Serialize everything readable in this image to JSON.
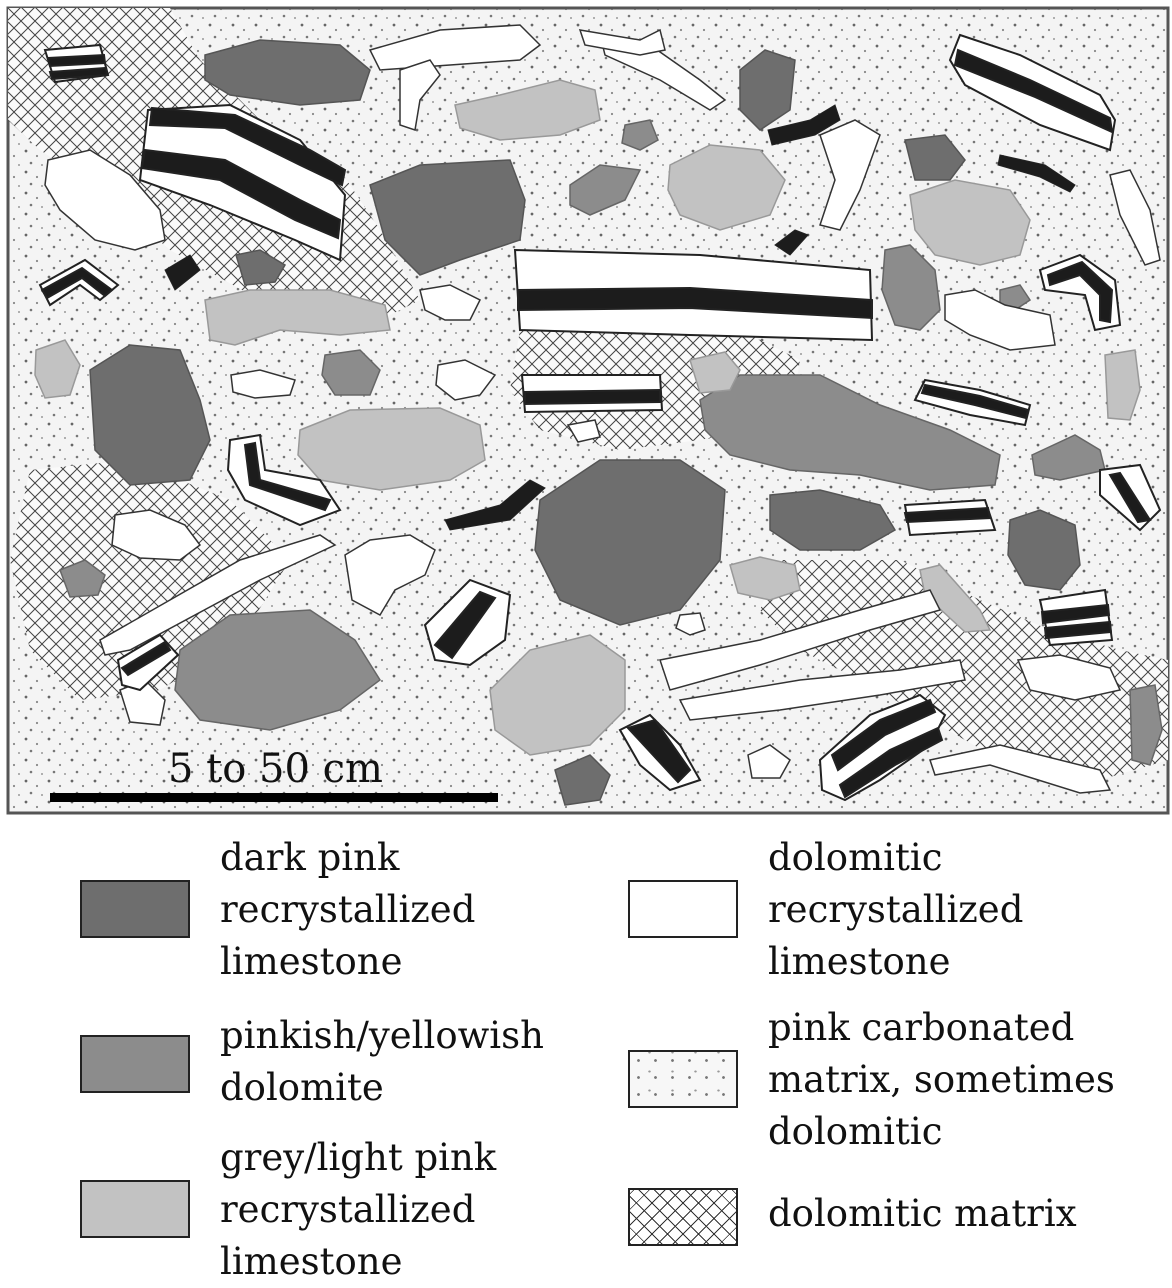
{
  "scale_bar": {
    "label": "5 to 50 cm"
  },
  "colors": {
    "dark_pink": "#6e6e6e",
    "pinkish_yellowish": "#8c8c8c",
    "grey_light_pink": "#c2c2c2",
    "dolomitic_limestone": "#ffffff",
    "band_dark": "#1c1c1c",
    "matrix_background": "#f4f4f4",
    "outline": "#222222"
  },
  "legend": {
    "items": [
      {
        "id": "dark-pink",
        "label": "dark pink\nrecrystallized\nlimestone",
        "fill": "#6e6e6e",
        "pattern": "solid"
      },
      {
        "id": "pinkish-yellowish",
        "label": "pinkish/yellowish\ndolomite",
        "fill": "#8c8c8c",
        "pattern": "solid"
      },
      {
        "id": "grey-light-pink",
        "label": "grey/light pink\nrecrystallized\nlimestone",
        "fill": "#c2c2c2",
        "pattern": "solid"
      },
      {
        "id": "dolomitic-limestone",
        "label": "dolomitic\nrecrystallized\nlimestone",
        "fill": "#ffffff",
        "pattern": "solid"
      },
      {
        "id": "pink-matrix",
        "label": "pink carbonated\nmatrix, sometimes\ndolomitic",
        "fill": "#f4f4f4",
        "pattern": "dots"
      },
      {
        "id": "dolomitic-matrix",
        "label": "dolomitic matrix",
        "fill": "#ffffff",
        "pattern": "crosshatch"
      }
    ]
  }
}
